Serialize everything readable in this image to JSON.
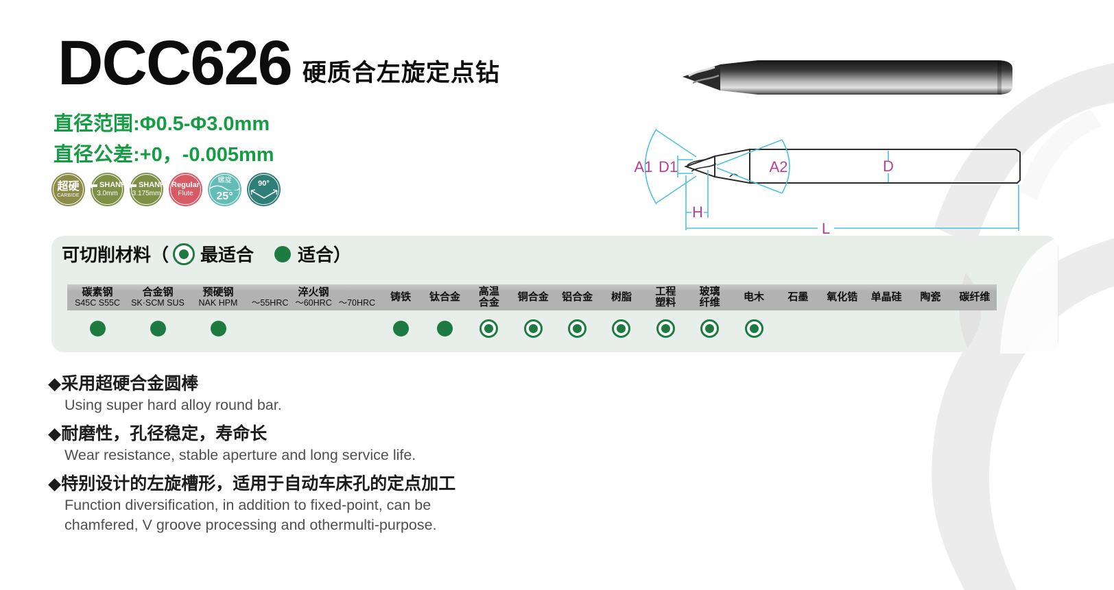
{
  "header": {
    "model": "DCC626",
    "subtitle": "硬质合左旋定点钻",
    "spec1": "直径范围:Φ0.5-Φ3.0mm",
    "spec2": "直径公差:+0，-0.005mm",
    "accent_green": "#169c44"
  },
  "badges": [
    {
      "kind": "carbide",
      "top": "超硬",
      "bottom": "CARBIDE",
      "color": "#8b8c49"
    },
    {
      "kind": "shank",
      "top": "SHANK",
      "bottom": "3.0mm",
      "color": "#7e9046"
    },
    {
      "kind": "shank",
      "top": "SHANK",
      "bottom": "3.175mm",
      "color": "#7e9046"
    },
    {
      "kind": "text2",
      "top": "Regular",
      "bottom": "Flute",
      "color": "#d75a64"
    },
    {
      "kind": "spiral",
      "top": "螺旋",
      "bottom": "25°",
      "color": "#63bcb5"
    },
    {
      "kind": "angle",
      "top": "90°",
      "bottom": "",
      "color": "#2f7e78"
    }
  ],
  "diagram": {
    "labels": {
      "a1": "A1",
      "d1": "D1",
      "a2": "A2",
      "d": "D",
      "h": "H",
      "l": "L"
    },
    "line_color": "#4cc0dc",
    "label_color": "#b83e93"
  },
  "materials": {
    "title": "可切削材料",
    "paren_open": "（",
    "best_label": "最适合",
    "fit_label": "适合）",
    "dot_color": "#1d7b41",
    "panel_bg": "#e8eee9",
    "band_bg": "#b2b2b2",
    "columns": [
      {
        "label": "碳素钢",
        "sub": "S45C S55C",
        "dot": "fit"
      },
      {
        "label": "合金钢",
        "sub": "SK·SCM SUS",
        "dot": "fit"
      },
      {
        "label": "预硬钢",
        "sub": "NAK HPM",
        "dot": "fit"
      },
      {
        "label": "",
        "sub": "～55HRC",
        "group": "淬火钢",
        "dot": "none"
      },
      {
        "label": "",
        "sub": "～60HRC",
        "group": "淬火钢",
        "dot": "none"
      },
      {
        "label": "",
        "sub": "～70HRC",
        "group": "淬火钢",
        "dot": "none"
      },
      {
        "label": "铸铁",
        "dot": "fit"
      },
      {
        "label": "钛合金",
        "dot": "fit"
      },
      {
        "label": "高温合金",
        "wrap": true,
        "dot": "best"
      },
      {
        "label": "铜合金",
        "dot": "best"
      },
      {
        "label": "铝合金",
        "dot": "best"
      },
      {
        "label": "树脂",
        "dot": "best"
      },
      {
        "label": "工程塑料",
        "wrap": true,
        "dot": "best"
      },
      {
        "label": "玻璃纤维",
        "wrap": true,
        "dot": "best"
      },
      {
        "label": "电木",
        "dot": "best"
      },
      {
        "label": "石墨",
        "dot": "none"
      },
      {
        "label": "氧化锆",
        "dot": "none"
      },
      {
        "label": "单晶硅",
        "dot": "none"
      },
      {
        "label": "陶瓷",
        "dot": "none"
      },
      {
        "label": "碳纤维",
        "dot": "none"
      }
    ]
  },
  "features": [
    {
      "zh": "◆采用超硬合金圆棒",
      "en": [
        "Using super hard alloy round bar."
      ]
    },
    {
      "zh": "◆耐磨性，孔径稳定，寿命长",
      "en": [
        "Wear resistance, stable aperture and long service life."
      ]
    },
    {
      "zh": "◆特别设计的左旋槽形，适用于自动车床孔的定点加工",
      "en": [
        "Function diversification, in addition to fixed-point, can be",
        "chamfered,  V groove processing and othermulti-purpose."
      ]
    }
  ]
}
